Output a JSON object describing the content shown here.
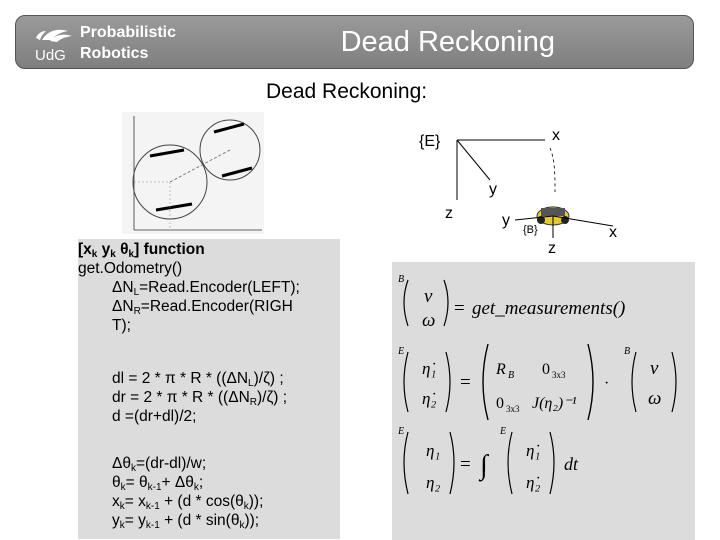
{
  "header": {
    "logo_text": "UdG",
    "course_line1": "Probabilistic",
    "course_line2": "Robotics",
    "slide_title": "Dead Reckoning"
  },
  "subtitle": "Dead Reckoning:",
  "frames": {
    "world_frame": "{E}",
    "world_x": "x",
    "world_y": "y",
    "world_z": "z",
    "robot_frame": "{B}",
    "robot_x": "x",
    "robot_y": "y",
    "robot_z": "z"
  },
  "code": {
    "line1": "[xk yk θk] function",
    "line2": "get.Odometry()",
    "line3": "ΔNL=Read.Encoder(LEFT);",
    "line4": "ΔNR=Read.Encoder(RIGH",
    "line5": "T);",
    "line6": "dl = 2 * π * R * ((ΔNL)/ζ) ;",
    "line7": "dr = 2 * π * R * ((ΔNR)/ζ) ;",
    "line8": "d =(dr+dl)/2;",
    "line9": "Δθk=(dr-dl)/w;",
    "line10": "θk= θk-1+ Δθk;",
    "line11": "xk= xk-1 + (d * cos(θk));",
    "line12": "yk= yk-1 + (d * sin(θk));"
  },
  "equations": {
    "eq1": "get_measurements()",
    "eq2_rb": "R_B",
    "eq2_zero_top": "0_3x3",
    "eq2_zero_bottom": "0_3x3",
    "eq2_j": "J(η2)^-1",
    "eq3_dt": "dt",
    "v": "v",
    "omega": "ω",
    "eta1": "η1",
    "eta2": "η2"
  }
}
